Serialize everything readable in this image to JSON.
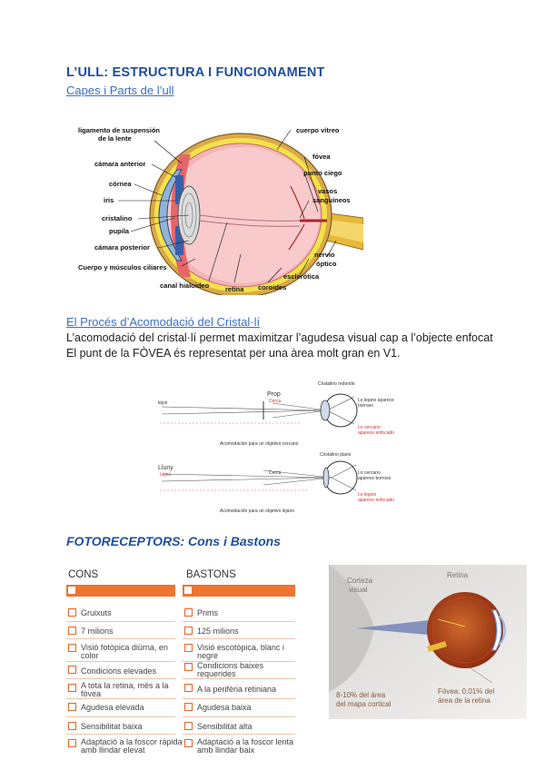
{
  "title": "L’ULL: ESTRUCTURA I FUNCIONAMENT",
  "link1": "Capes i Parts de l’ull",
  "eye_labels": {
    "ligamento": [
      "ligamento de suspensión",
      "de la lente"
    ],
    "camara_anterior": "cámara anterior",
    "cornea": "córnea",
    "iris": "iris",
    "cristalino": "cristalino",
    "pupila": "pupila",
    "camara_posterior": "cámara posterior",
    "cuerpo_musculos": "Cuerpo y músculos ciliares",
    "canal": "canal hialoideo",
    "retina": "retina",
    "coroides": "coroides",
    "esclerotica": "esclerótica",
    "nervio": [
      "nervio",
      "óptico"
    ],
    "vasos": [
      "vasos",
      "sanguíneos"
    ],
    "punto_ciego": "punto ciego",
    "fovea": "fóvea",
    "vitreo": "cuerpo vítreo"
  },
  "link2": "El Procés d’Acomodació del Cristal·lí",
  "para1": "L’acomodació del cristal·lí permet maximitzar l’agudesa visual cap a l’objecte enfocat",
  "para2": "El punt de la FÒVEA és representat per una àrea molt gran en V1.",
  "accom": {
    "top_lejos": "lejos",
    "top_prop": [
      "Prop",
      "Cerca"
    ],
    "top_cristal": "Cristalino redondo",
    "top_r1": [
      "Lo lejano aparece",
      "borroso"
    ],
    "top_r2": [
      "Lo cercano",
      "aparece enfocado"
    ],
    "top_caption": "Acomodación para un objetivo cercano",
    "bot_lluny": [
      "Lluny",
      "Lejos"
    ],
    "bot_cerca": "Cerca",
    "bot_cristal": "Cristalino plano",
    "bot_r1": [
      "Lo cercano",
      "aparece borroso"
    ],
    "bot_r2": [
      "Lo lejano",
      "aparece enfocado"
    ],
    "bot_caption": "Acomodación para un objetivo lejano"
  },
  "photoreceptors_title": "FOTORECEPTORS: Cons i Bastons",
  "table": {
    "cons_header": "CONS",
    "bastons_header": "BASTONS",
    "cons": [
      [
        "Gruixuts"
      ],
      [
        "7 milions"
      ],
      [
        "Visió fotòpica diürna, en",
        "color"
      ],
      [
        "Condicions elevades"
      ],
      [
        "A tota la retina, més a la",
        "fòvea"
      ],
      [
        "Agudesa elevada"
      ],
      [
        "Sensibilitat baixa"
      ],
      [
        "Adaptació a la foscor ràpida",
        "amb llindar elevat"
      ]
    ],
    "bastons": [
      [
        "Prims"
      ],
      [
        "125 milions"
      ],
      [
        "Visió escotòpica, blanc i",
        "negre"
      ],
      [
        "Condicions baixes",
        "requerides"
      ],
      [
        "A la perifèria retiniana"
      ],
      [
        "Agudesa baixa"
      ],
      [
        "Sensibilitat alta"
      ],
      [
        "Adaptació a la foscor lenta",
        "amb llindar baix"
      ]
    ]
  },
  "cortex_fig": {
    "corteza": [
      "Corteza",
      "visual"
    ],
    "retina": "Retina",
    "left_caption": [
      "8-10% del área",
      "del mapa cortical"
    ],
    "right_caption": [
      "Fóvea: 0,01% del",
      "área de la retina"
    ]
  },
  "colors": {
    "heading": "#1f4e9c",
    "link": "#3a6fc4",
    "accent": "#ef7331"
  }
}
